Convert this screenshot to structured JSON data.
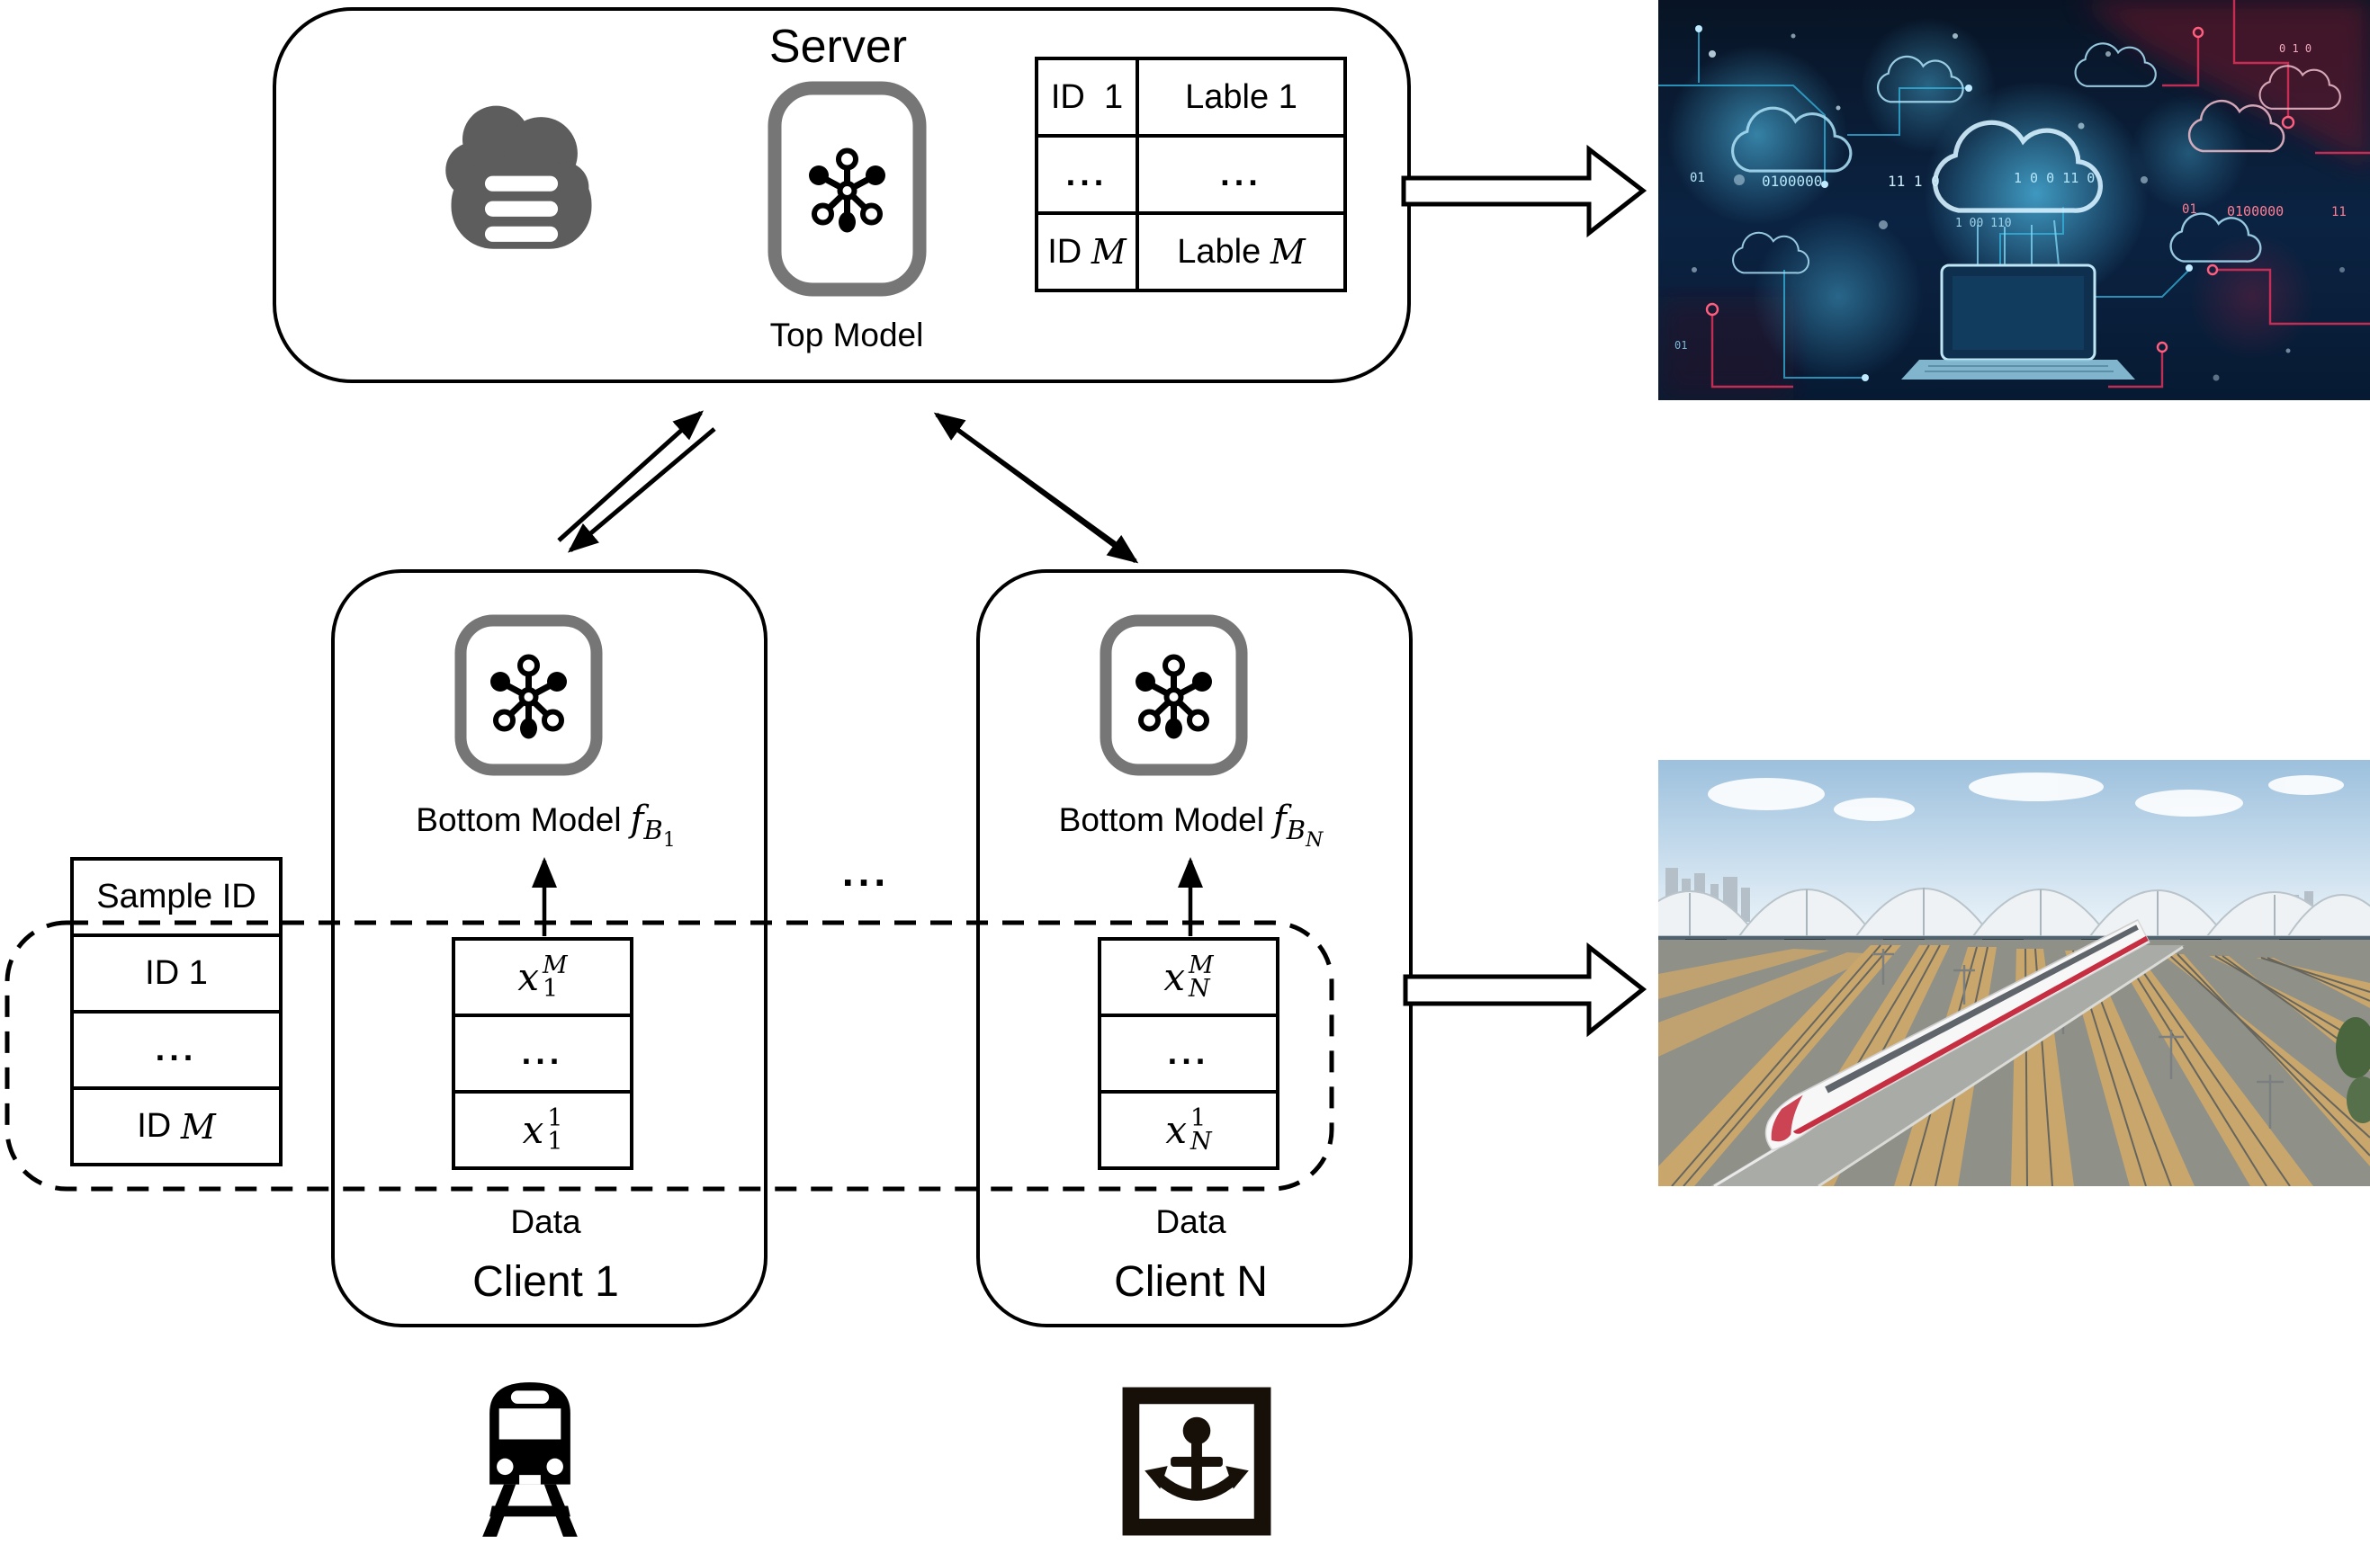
{
  "server": {
    "title": "Server",
    "model_caption": "Top Model",
    "table": {
      "r0c0": "ID  1",
      "r0c1": "Lable 1",
      "r1c0": "...",
      "r1c1": "...",
      "r2c0_prefix": "ID ",
      "r2c0_var": "M",
      "r2c1_prefix": "Lable ",
      "r2c1_var": "M"
    }
  },
  "clients": [
    {
      "name": "Client 1",
      "model_caption": "Bottom Model",
      "fn": {
        "f": "f",
        "sub_main": "B",
        "sub_index": "1"
      },
      "data_caption": "Data",
      "cells": [
        {
          "base": "x",
          "sup": "M",
          "sub": "1"
        },
        {
          "dots": "..."
        },
        {
          "base": "x",
          "sup": "1",
          "sub": "1"
        }
      ]
    },
    {
      "name": "Client N",
      "model_caption": "Bottom Model",
      "fn": {
        "f": "f",
        "sub_main": "B",
        "sub_index": "N"
      },
      "data_caption": "Data",
      "cells": [
        {
          "base": "x",
          "sup": "M",
          "sub": "N"
        },
        {
          "dots": "..."
        },
        {
          "base": "x",
          "sup": "1",
          "sub": "N"
        }
      ]
    }
  ],
  "between_clients_ellipsis": "...",
  "sample_table": {
    "header": "Sample ID",
    "r0": "ID 1",
    "r1": "...",
    "r2_prefix": "ID ",
    "r2_var": "M"
  },
  "icons": {
    "server_storage": "cloud-database-icon",
    "model": "neural-network-icon",
    "train": "train-icon",
    "anchor": "anchor-in-square-icon"
  },
  "colors": {
    "diagram_line": "#000000",
    "icon_frame_gray": "#767676",
    "cloud_gray": "#5d5d5d",
    "photo_red_accent": "#e0315a",
    "photo_cyan_accent": "#9fd8f0",
    "track_tan": "#c9a66c",
    "train_red_stripe": "#c62f41"
  },
  "photos": {
    "top": {
      "name": "cloud-computing-network-photo",
      "binary_texts": [
        "01",
        "0100000",
        "11 1 0",
        "1 0 0 11 0",
        "1 00 110",
        "0 1 0",
        "01",
        "0100000",
        "11",
        "01"
      ]
    },
    "bottom": {
      "name": "high-speed-rail-station-photo"
    }
  }
}
